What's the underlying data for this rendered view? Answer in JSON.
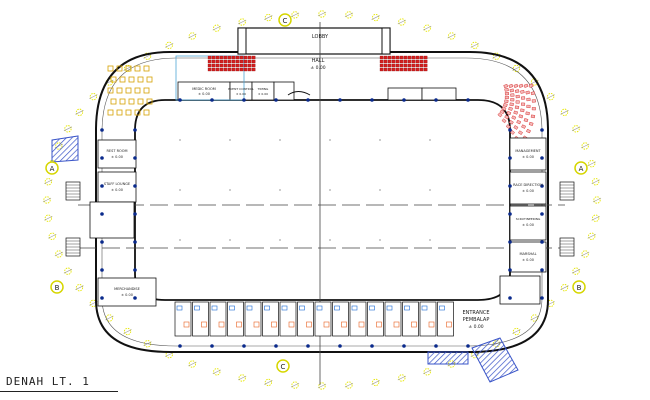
{
  "sheet_title": "DENAH LT. 1",
  "grid_markers": {
    "top": "C",
    "bottom": "C",
    "left_upper": "A",
    "left_lower": "B",
    "right_upper": "A",
    "right_lower": "B"
  },
  "rooms": {
    "lobby": "LOBBY",
    "hall": "HALL",
    "hall_level": "± 0.00",
    "entrance_line1": "ENTRANCE",
    "entrance_line2": "PEMBALAP",
    "entrance_level": "± 0.00",
    "medic_room": "MEDIC ROOM",
    "medic_level": "± 0.00",
    "event_control": "EVENT CONTROL",
    "event_level": "± 0.00",
    "race_direction": "RACE DIRECTION",
    "race_level": "± 0.00",
    "management": "MANAGEMENT",
    "management_level": "± 0.00",
    "timing": "TIMING",
    "timing_level": "± 0.00",
    "scrutineering": "SCRUTINEERING",
    "scrutineering_level": "± 0.00",
    "marshal": "MARSHAL",
    "marshal_level": "± 0.00",
    "staff_lounge": "STAFF LOUNGE",
    "staff_level": "± 0.00",
    "merchandise": "MERCHANDISE",
    "merchandise_level": "± 0.00",
    "rest_room": "REST ROOM",
    "rest_room_level": "± 0.00"
  },
  "colors": {
    "line": "#1a1a1a",
    "wall": "#111111",
    "column": "#0a2a8c",
    "seat": "#d42020",
    "seat_outline": "#8a1010",
    "cafe_furniture": "#d6a100",
    "ramp": "#3a55c8",
    "marker": "#e6e600",
    "vegetation": "#9a9a9a",
    "room_fill": "#ffffff",
    "toilet_fixture": "#e86020",
    "wc_fixture": "#1a6ad6"
  }
}
